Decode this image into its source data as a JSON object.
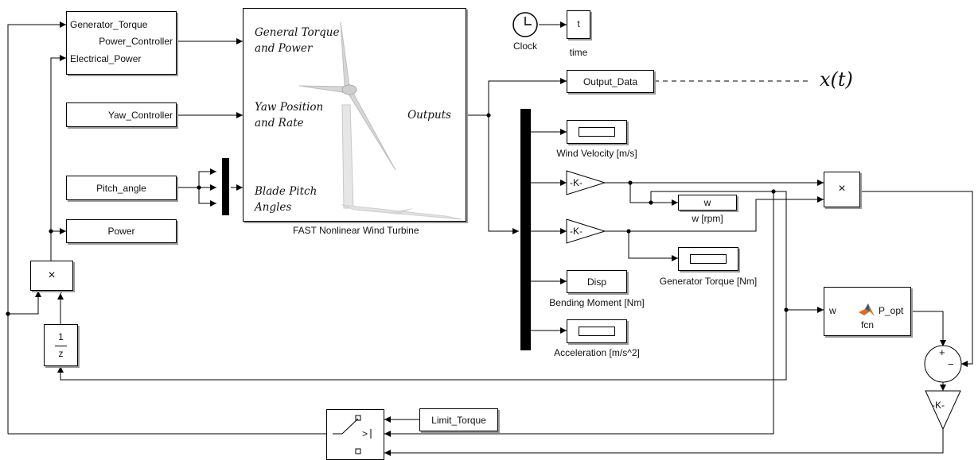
{
  "generator": {
    "in1": "Generator_Torque",
    "out1": "Power_Controller",
    "in2": "Electrical_Power"
  },
  "yaw": {
    "label": "Yaw_Controller"
  },
  "pitch": {
    "label": "Pitch_angle"
  },
  "power": {
    "label": "Power"
  },
  "fast": {
    "in1": "General Torque and Power",
    "in2": "Yaw Position and Rate",
    "in3": "Blade Pitch Angles",
    "out": "Outputs",
    "caption": "FAST Nonlinear Wind Turbine"
  },
  "clock": {
    "caption": "Clock"
  },
  "time": {
    "label": "t",
    "caption": "time"
  },
  "output_data": {
    "label": "Output_Data",
    "annotation": "x(t)"
  },
  "wind_velocity": {
    "caption": "Wind Velocity [m/s]"
  },
  "gain1": {
    "label": "-K-"
  },
  "gain2": {
    "label": "-K-"
  },
  "gain3": {
    "label": "-K-"
  },
  "w_display": {
    "label": "w",
    "caption": "w [rpm]"
  },
  "gen_torque": {
    "caption": "Generator Torque [Nm]"
  },
  "disp": {
    "label": "Disp",
    "caption": "Bending Moment [Nm]"
  },
  "acceleration": {
    "caption": "Acceleration [m/s^2]"
  },
  "multiply_main": {
    "symbol": "×"
  },
  "multiply_left": {
    "symbol": "×"
  },
  "fcn": {
    "in": "w",
    "out": "P_opt",
    "caption": "fcn"
  },
  "sum": {
    "plus": "+",
    "minus": "−"
  },
  "delay": {
    "num": "1",
    "den": "z"
  },
  "limit_torque": {
    "label": "Limit_Torque"
  },
  "switch": {
    "symbol": ">"
  }
}
